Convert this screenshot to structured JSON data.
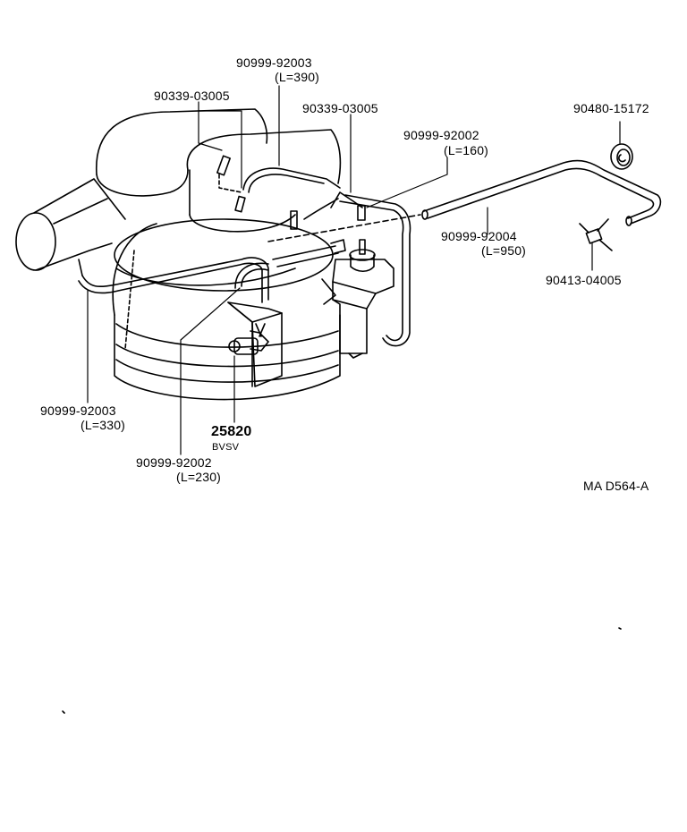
{
  "labels": {
    "p_90999_92003_top": "90999-92003",
    "p_l390": "(L=390)",
    "p_90339_left": "90339-03005",
    "p_90339_right": "90339-03005",
    "p_90480": "90480-15172",
    "p_90999_92002_top": "90999-92002",
    "p_l160": "(L=160)",
    "p_90999_92004": "90999-92004",
    "p_l950": "(L=950)",
    "p_90413": "90413-04005",
    "p_90999_92003_left": "90999-92003",
    "p_l330": "(L=330)",
    "p_25820": "25820",
    "p_bvsv": "BVSV",
    "p_90999_92002_bottom": "90999-92002",
    "p_l230": "(L=230)",
    "ref_code": "MA D564-A"
  },
  "colors": {
    "ink": "#000000",
    "paper": "#ffffff"
  }
}
